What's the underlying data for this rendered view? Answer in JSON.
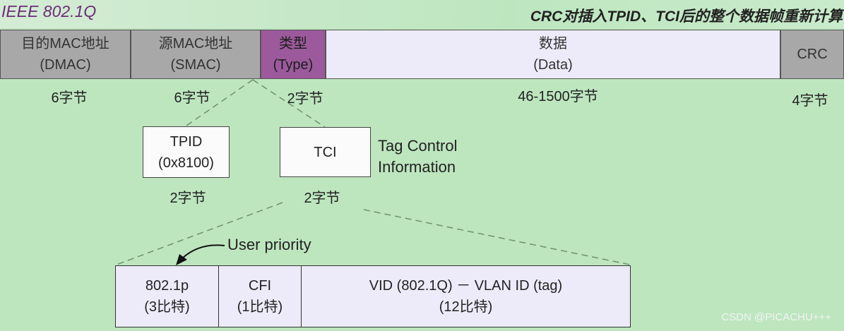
{
  "title": "IEEE 802.1Q",
  "subtitle": "CRC对插入TPID、TCI后的整个数据帧重新计算",
  "frame_fields": [
    {
      "name": "目的MAC地址",
      "abbr": "(DMAC)",
      "size": "6字节"
    },
    {
      "name": "源MAC地址",
      "abbr": "(SMAC)",
      "size": "6字节"
    },
    {
      "name": "类型",
      "abbr": "(Type)",
      "size": "2字节"
    },
    {
      "name": "数据",
      "abbr": "(Data)",
      "size": "46-1500字节"
    },
    {
      "name": "CRC",
      "abbr": "",
      "size": "4字节"
    }
  ],
  "tag_fields": [
    {
      "name": "TPID",
      "value": "(0x8100)",
      "size": "2字节"
    },
    {
      "name": "TCI",
      "value": "",
      "size": "2字节"
    }
  ],
  "tci_description": [
    "Tag Control",
    "Information"
  ],
  "user_priority_label": "User priority",
  "tci_subfields": [
    {
      "name": "802.1p",
      "bits": "(3比特)"
    },
    {
      "name": "CFI",
      "bits": "(1比特)"
    },
    {
      "name": "VID (802.1Q) － VLAN ID (tag)",
      "bits": "(12比特)"
    }
  ],
  "watermark": "CSDN @PICACHU+++",
  "colors": {
    "background": "#bde6bf",
    "header_title": "#6e2d7a",
    "mac_fields": "#a8a8a8",
    "type_field": "#9c5a9c",
    "data_field": "#edebfa"
  }
}
